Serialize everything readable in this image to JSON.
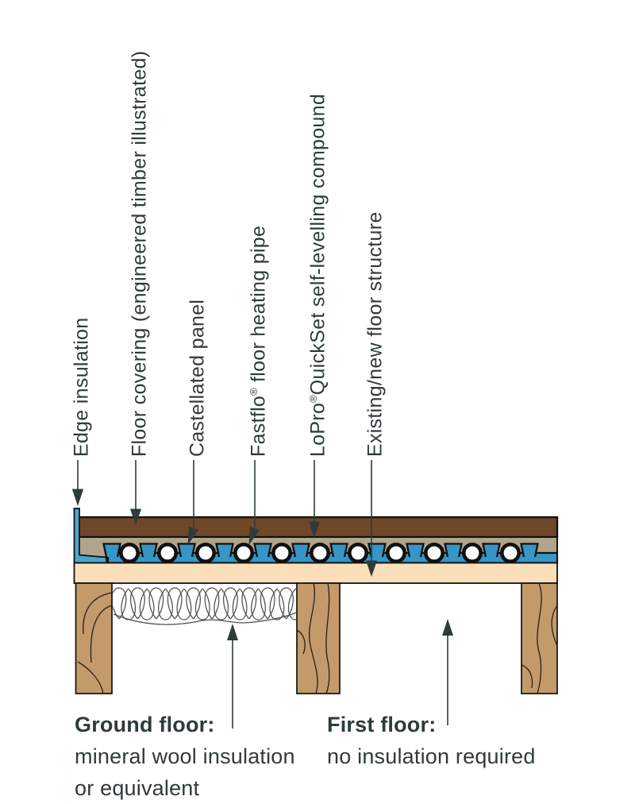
{
  "labels": [
    {
      "pre": "Edge insulation",
      "reg": "",
      "post": ""
    },
    {
      "pre": "Floor covering (engineered timber illustrated)",
      "reg": "",
      "post": ""
    },
    {
      "pre": "Castellated panel",
      "reg": "",
      "post": ""
    },
    {
      "pre": "Fastflo",
      "reg": "®",
      "post": " floor heating pipe"
    },
    {
      "pre": "LoPro",
      "reg": "®",
      "post": "QuickSet self-levelling compound"
    },
    {
      "pre": "Existing/new floor structure",
      "reg": "",
      "post": ""
    }
  ],
  "notes": {
    "ground": {
      "heading": "Ground floor:",
      "line1": "mineral wool insulation",
      "line2": "or equivalent"
    },
    "first": {
      "heading": "First floor:",
      "line1": "no insulation required"
    }
  },
  "colors": {
    "ink": "#2e3b3b",
    "outline": "#111111",
    "pipe-blue": "#3596c7",
    "edge-blue": "#4aa6d2",
    "floor-brown": "#71472a",
    "compound-tan": "#b2a48a",
    "deck-cream": "#fbdfba",
    "timber": "#c49a6b",
    "grain": "#262019",
    "wool": "#4a5252"
  }
}
